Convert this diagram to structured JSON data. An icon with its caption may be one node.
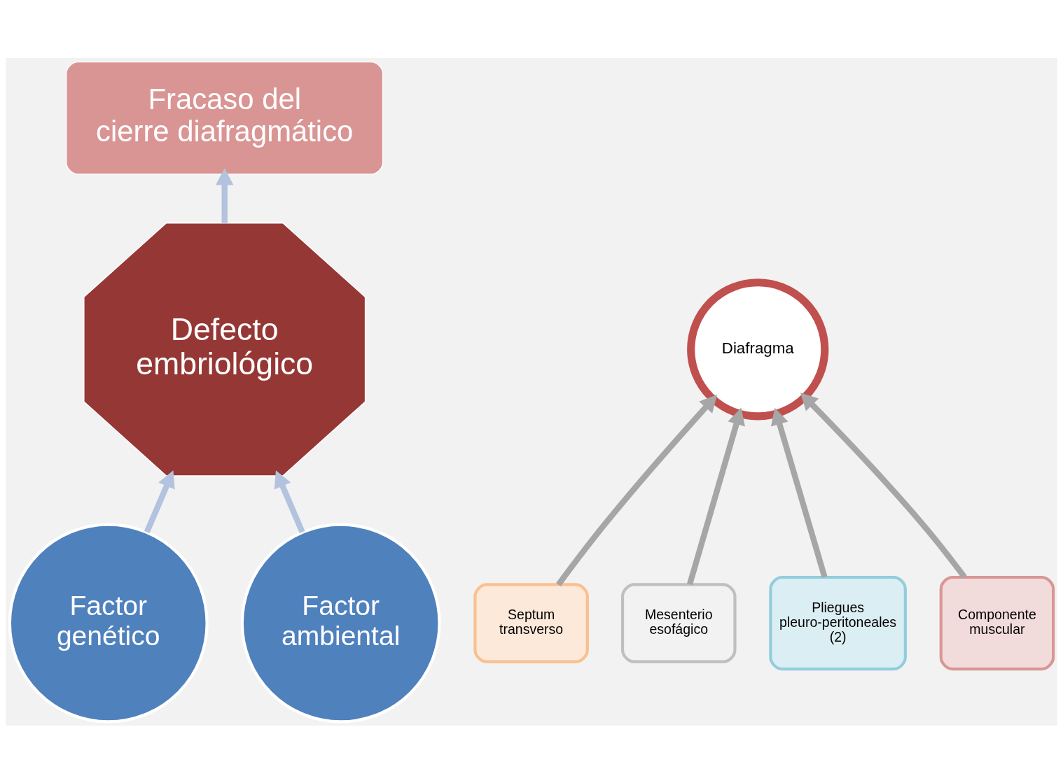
{
  "diagram": {
    "nodes": [
      {
        "text": [
          "Fracaso del cierre diafragmático"
        ]
      },
      {
        "text": [
          "Septum transverso"
        ]
      },
      {
        "text": [
          "Mesenterio esofágico"
        ]
      },
      {
        "text": [
          "Pliegues pleuro-peritoneales (2)"
        ]
      },
      {
        "text": [
          "Diafragma"
        ]
      },
      {
        "text": [
          "Componente muscular"
        ]
      },
      {
        "text": [
          "Defecto embriológico"
        ]
      },
      {
        "text": [
          "Factor genético"
        ]
      },
      {
        "text": [
          "Factor ambiental"
        ]
      }
    ],
    "edges": [
      {
        "from": 6,
        "to": 0,
        "arrow": "to",
        "color": "#b3c2de"
      },
      {
        "from": 1,
        "to": 4,
        "arrow": "to"
      },
      {
        "from": 2,
        "to": 4,
        "arrow": "to"
      },
      {
        "from": 3,
        "to": 4,
        "arrow": "to"
      },
      {
        "from": 5,
        "to": 4,
        "arrow": "to"
      },
      {
        "from": 7,
        "to": 6,
        "arrow": "to",
        "color": "#b3c2de"
      },
      {
        "from": 8,
        "to": 6,
        "arrow": "to",
        "color": "#b3c2de"
      }
    ]
  }
}
